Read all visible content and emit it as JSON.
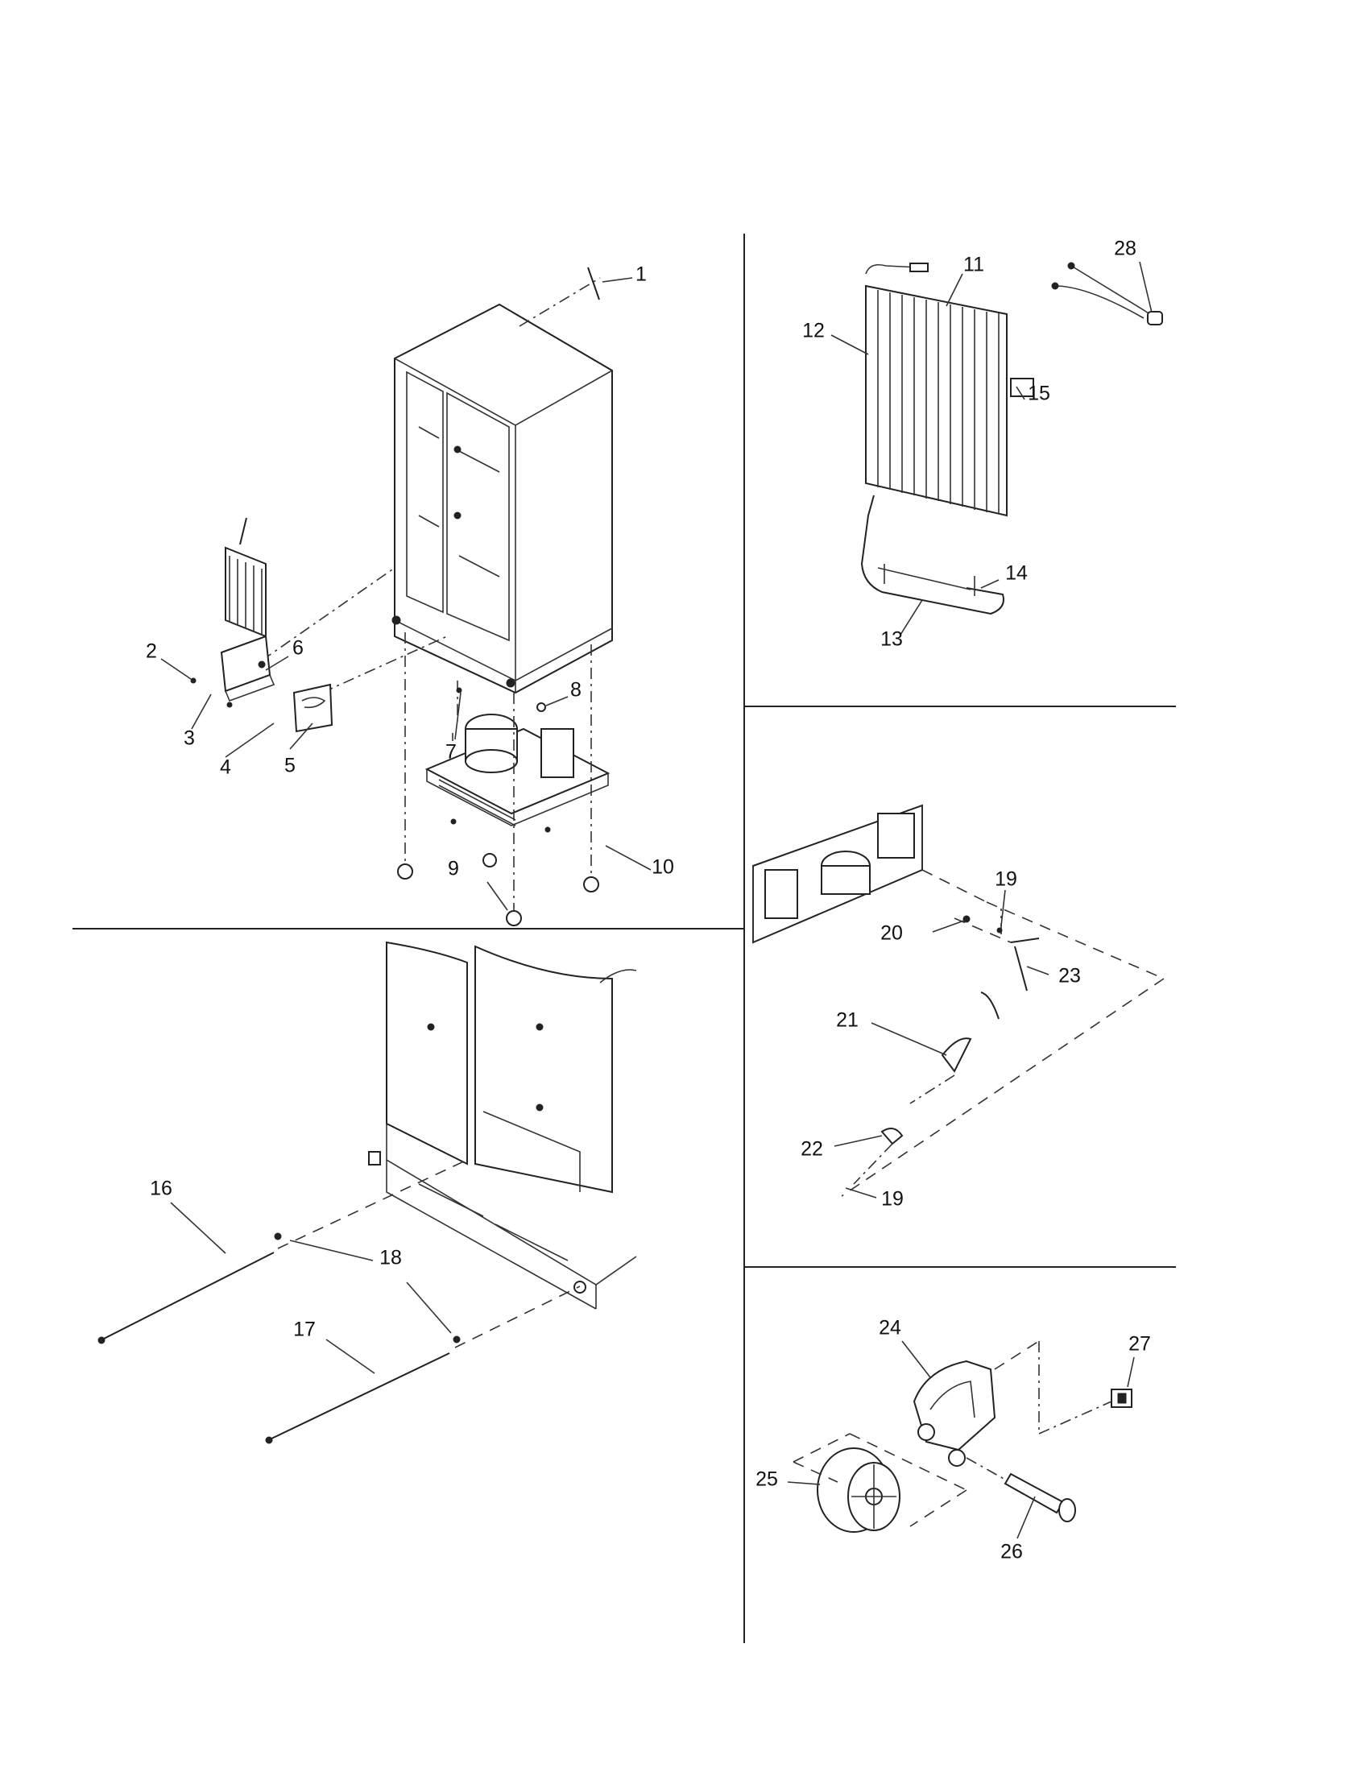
{
  "callouts": [
    {
      "id": "c1",
      "text": "1"
    },
    {
      "id": "c2",
      "text": "2"
    },
    {
      "id": "c3",
      "text": "3"
    },
    {
      "id": "c4",
      "text": "4"
    },
    {
      "id": "c5",
      "text": "5"
    },
    {
      "id": "c6",
      "text": "6"
    },
    {
      "id": "c7",
      "text": "7"
    },
    {
      "id": "c8",
      "text": "8"
    },
    {
      "id": "c9",
      "text": "9"
    },
    {
      "id": "c10",
      "text": "10"
    },
    {
      "id": "c11",
      "text": "11"
    },
    {
      "id": "c12",
      "text": "12"
    },
    {
      "id": "c13",
      "text": "13"
    },
    {
      "id": "c14",
      "text": "14"
    },
    {
      "id": "c15",
      "text": "15"
    },
    {
      "id": "c16",
      "text": "16"
    },
    {
      "id": "c17",
      "text": "17"
    },
    {
      "id": "c18",
      "text": "18"
    },
    {
      "id": "c19a",
      "text": "19"
    },
    {
      "id": "c19b",
      "text": "19"
    },
    {
      "id": "c20",
      "text": "20"
    },
    {
      "id": "c21",
      "text": "21"
    },
    {
      "id": "c22",
      "text": "22"
    },
    {
      "id": "c23",
      "text": "23"
    },
    {
      "id": "c24",
      "text": "24"
    },
    {
      "id": "c25",
      "text": "25"
    },
    {
      "id": "c26",
      "text": "26"
    },
    {
      "id": "c27",
      "text": "27"
    },
    {
      "id": "c28",
      "text": "28"
    }
  ]
}
